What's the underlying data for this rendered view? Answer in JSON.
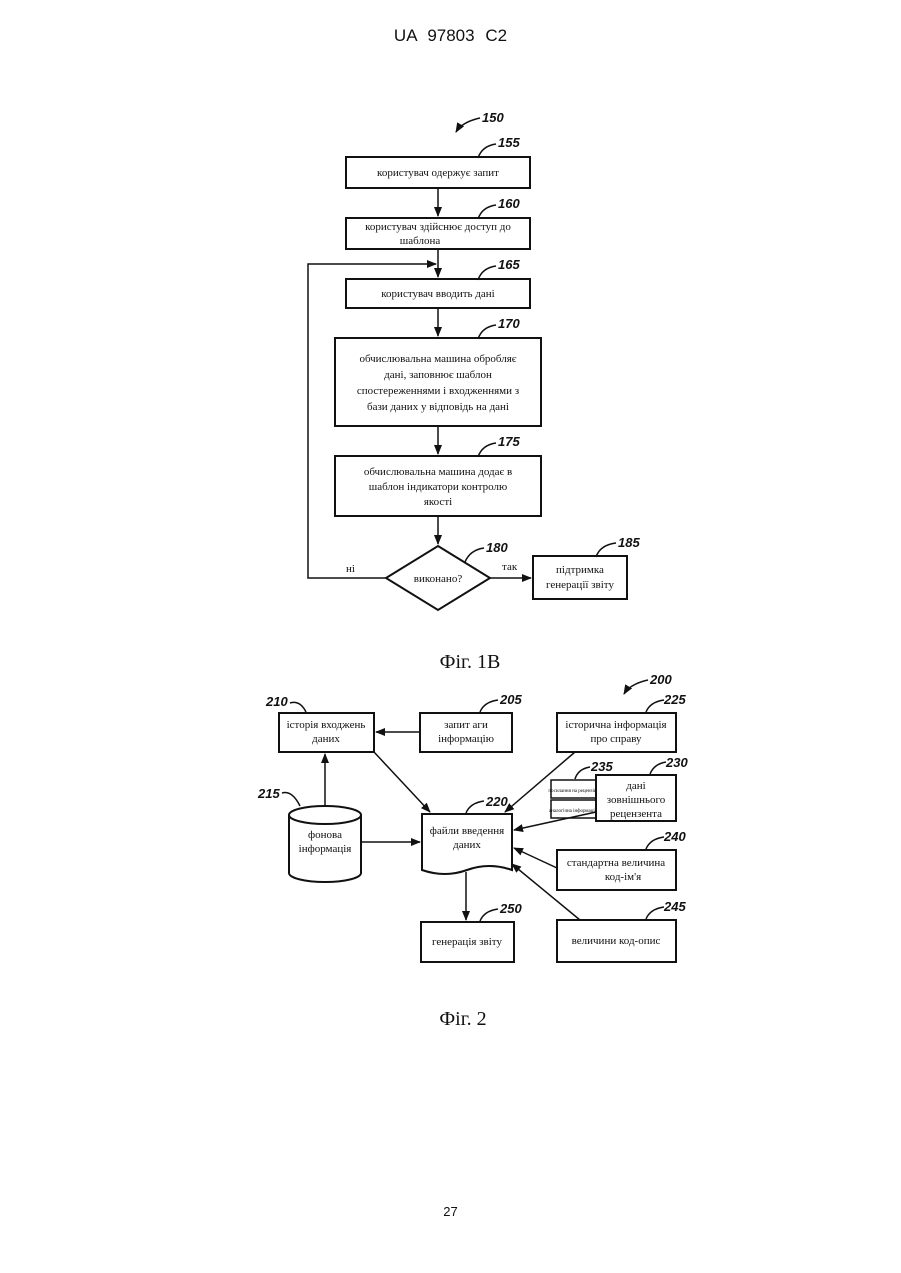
{
  "header": "UA   97803   C2",
  "page_number": "27",
  "fig1b": {
    "caption": "Фіг. 1B",
    "ref_main": "150",
    "steps": [
      {
        "ref": "155",
        "lines": [
          "користувач одержує запит"
        ]
      },
      {
        "ref": "160",
        "lines": [
          "користувач здійснює доступ до",
          "шаблона"
        ]
      },
      {
        "ref": "165",
        "lines": [
          "користувач вводить дані"
        ]
      },
      {
        "ref": "170",
        "lines": [
          "обчислювальна машина обробляє",
          "дані, заповнює шаблон",
          "спостереженнями і входженнями з",
          "бази даних у відповідь на дані"
        ]
      },
      {
        "ref": "175",
        "lines": [
          "обчислювальна машина додає в",
          "шаблон індикатори контролю",
          "якості"
        ]
      }
    ],
    "decision": {
      "ref": "180",
      "label": "виконано?",
      "no": "ні",
      "yes": "так"
    },
    "end": {
      "ref": "185",
      "lines": [
        "підтримка",
        "генерації звіту"
      ]
    }
  },
  "fig2": {
    "caption": "Фіг. 2",
    "ref_main": "200",
    "nodes": {
      "n210": {
        "ref": "210",
        "lines": [
          "історія входжень",
          "даних"
        ]
      },
      "n205": {
        "ref": "205",
        "lines": [
          "запит аги",
          "інформацію"
        ]
      },
      "n225": {
        "ref": "225",
        "lines": [
          "історична інформація",
          "про справу"
        ]
      },
      "n215": {
        "ref": "215",
        "lines": [
          "фонова",
          "інформація"
        ]
      },
      "n220": {
        "ref": "220",
        "lines": [
          "файли введення",
          "даних"
        ]
      },
      "n235": {
        "ref": "235",
        "lines": [
          "посилання на рецензію",
          "аналогічна інформація"
        ]
      },
      "n230": {
        "ref": "230",
        "lines": [
          "дані",
          "зовнішнього",
          "рецензента"
        ]
      },
      "n240": {
        "ref": "240",
        "lines": [
          "стандартна величина",
          "код-ім'я"
        ]
      },
      "n245": {
        "ref": "245",
        "lines": [
          "величини код-опис"
        ]
      },
      "n250": {
        "ref": "250",
        "lines": [
          "генерація звіту"
        ]
      }
    }
  }
}
